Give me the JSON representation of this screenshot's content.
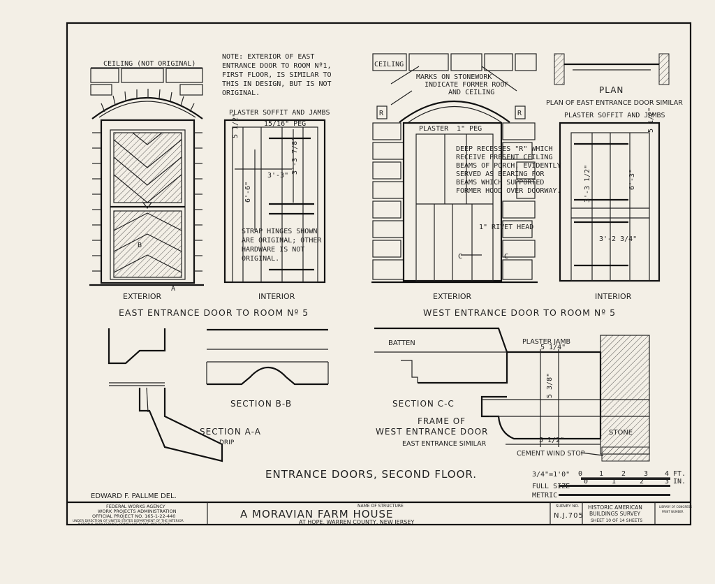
{
  "drawing": {
    "east_door": {
      "ceiling_label": "CEILING (NOT ORIGINAL)",
      "note": [
        "NOTE: EXTERIOR OF EAST",
        "ENTRANCE DOOR TO ROOM Nº1,",
        "FIRST FLOOR, IS SIMILAR TO",
        "THIS IN DESIGN, BUT IS NOT",
        "ORIGINAL."
      ],
      "soffit_label": "PLASTER SOFFIT AND JAMBS",
      "peg_label": "15/16\" PEG",
      "hinge_note": [
        "STRAP HINGES SHOWN",
        "ARE ORIGINAL; OTHER",
        "HARDWARE IS NOT",
        "ORIGINAL."
      ],
      "dim_width": "3'-3\"",
      "dim_height": "6'-6\"",
      "dim_upper": "3'-3 7/8\"",
      "dim_top": "5 1/2\"",
      "mark_a": "A",
      "mark_b": "B",
      "exterior_label": "EXTERIOR",
      "interior_label": "INTERIOR",
      "title": "EAST ENTRANCE DOOR TO ROOM Nº 5"
    },
    "west_door": {
      "ceiling_label": "CEILING",
      "marks_note": [
        "MARKS ON STONEWORK",
        "INDICATE FORMER ROOF",
        "AND CEILING"
      ],
      "mark_r": "R",
      "plaster_label": "PLASTER",
      "peg_label": "1\" PEG",
      "recess_note": [
        "DEEP RECESSES \"R\" WHICH",
        "RECEIVE PRESENT CEILING",
        "BEAMS OF PORCH, EVIDENTLY",
        "SERVED AS BEARING FOR",
        "BEAMS WHICH SUPPORTED",
        "FORMER HOOD OVER DOORWAY."
      ],
      "rivet_label": "1\" RIVET HEAD",
      "mark_c": "C",
      "plan_title": "PLAN",
      "plan_note": "PLAN OF EAST ENTRANCE DOOR SIMILAR",
      "soffit_label": "PLASTER SOFFIT AND JAMBS",
      "dim_upper": "3'-3 1/2\"",
      "dim_height": "6'-3\"",
      "dim_width": "3'-2 3/4\"",
      "dim_top": "5 1/2\"",
      "exterior_label": "EXTERIOR",
      "interior_label": "INTERIOR",
      "title": "WEST ENTRANCE DOOR TO ROOM Nº 5"
    },
    "sections": {
      "section_aa": "SECTION A-A",
      "drip": "DRIP",
      "section_bb": "SECTION B-B",
      "section_cc": "SECTION C-C",
      "batten": "BATTEN",
      "plaster_jamb": "PLASTER JAMB",
      "dim_jamb": "5 1/4\"",
      "dim_frame": "5 3/8\"",
      "dim_bottom": "5 1/2\"",
      "stone": "STONE",
      "frame_title": [
        "FRAME OF",
        "WEST ENTRANCE DOOR"
      ],
      "frame_note": "EAST ENTRANCE SIMILAR",
      "wind_stop": "CEMENT WIND STOP"
    },
    "main_title": "ENTRANCE DOORS, SECOND FLOOR.",
    "delineator": "EDWARD F. PALLME    DEL.",
    "scale": {
      "row1_label": "3/4\"=1'0\"",
      "row1_ticks": [
        "0",
        "1",
        "2",
        "3",
        "4 FT."
      ],
      "row2_label": "FULL SIZE",
      "row2_ticks": [
        "0",
        "1",
        "2",
        "3 IN."
      ],
      "row3_label": "METRIC"
    }
  },
  "title_block": {
    "agency": [
      "FEDERAL WORKS AGENCY",
      "WORK PROJECTS ADMINISTRATION",
      "OFFICIAL PROJECT NO. 165-1-22-440",
      "UNDER DIRECTION OF UNITED STATES DEPARTMENT OF THE INTERIOR",
      "NATIONAL PARK SERVICE, BRANCH OF PLANS AND DESIGN"
    ],
    "name_label": "NAME OF STRUCTURE",
    "structure_name": "A MORAVIAN FARM HOUSE",
    "location": "AT HOPE, WARREN COUNTY, NEW JERSEY",
    "survey_label": "SURVEY NO.",
    "survey_no": "N.J.705",
    "habs": [
      "HISTORIC AMERICAN",
      "BUILDINGS SURVEY"
    ],
    "sheet": "SHEET 10 OF 14 SHEETS",
    "loc_stamp": [
      "LIBRARY OF CONGRESS",
      "PRINT NUMBER"
    ]
  },
  "colors": {
    "paper": "#f3efe6",
    "ink": "#222222"
  }
}
